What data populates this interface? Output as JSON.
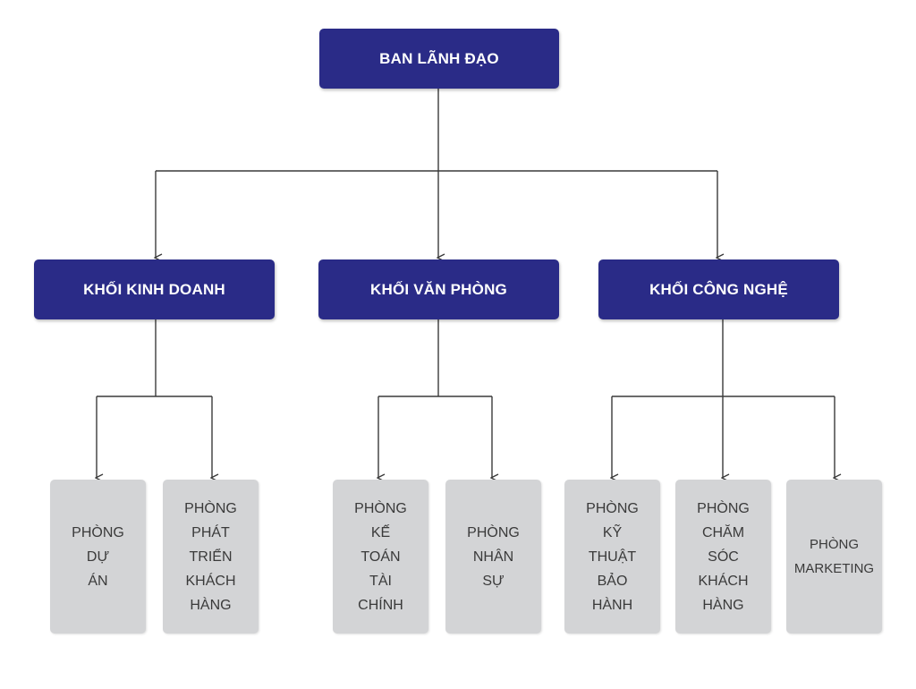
{
  "colors": {
    "header_box": "#2a2b87",
    "header_text": "#ffffff",
    "department_box": "#d3d4d6",
    "department_text": "#3a3a3a",
    "connector": "#3a3a3a"
  },
  "root": {
    "label": "BAN LÃNH ĐẠO"
  },
  "divisions": [
    {
      "label": "KHỐI KINH DOANH",
      "departments": [
        {
          "lines": [
            "PHÒNG",
            "DỰ",
            "ÁN"
          ]
        },
        {
          "lines": [
            "PHÒNG",
            "PHÁT",
            "TRIỂN",
            "KHÁCH",
            "HÀNG"
          ]
        }
      ]
    },
    {
      "label": "KHỐI VĂN PHÒNG",
      "departments": [
        {
          "lines": [
            "PHÒNG",
            "KẾ",
            "TOÁN",
            "TÀI",
            "CHÍNH"
          ]
        },
        {
          "lines": [
            "PHÒNG",
            "NHÂN",
            "SỰ"
          ]
        }
      ]
    },
    {
      "label": "KHỐI CÔNG NGHỆ",
      "departments": [
        {
          "lines": [
            "PHÒNG",
            "KỸ",
            "THUẬT",
            "BẢO",
            "HÀNH"
          ]
        },
        {
          "lines": [
            "PHÒNG",
            "CHĂM",
            "SÓC",
            "KHÁCH",
            "HÀNG"
          ]
        },
        {
          "lines": [
            "PHÒNG",
            "MARKETING"
          ]
        }
      ]
    }
  ]
}
